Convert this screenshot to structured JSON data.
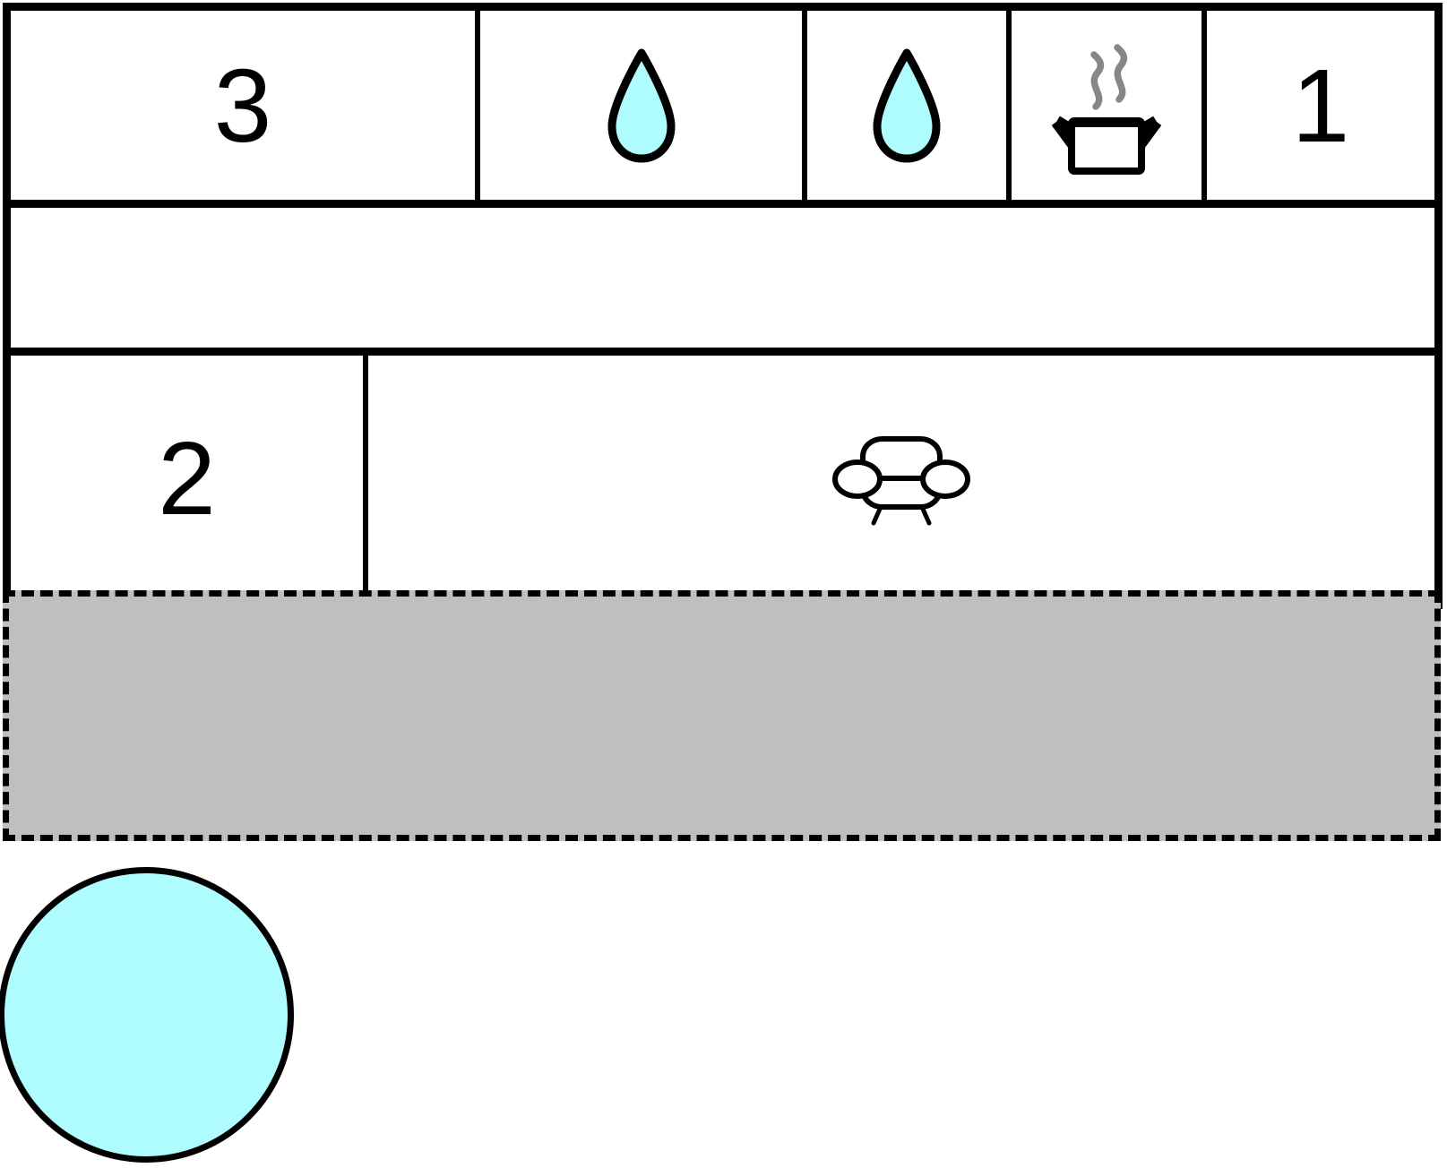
{
  "diagram": {
    "title": "Room layout grid with zone and circle",
    "colors": {
      "stroke": "#000000",
      "background": "#ffffff",
      "water_fill": "#aefcfd",
      "zone_fill": "#bfbfbf",
      "steam_stroke": "#878787"
    }
  },
  "table": {
    "rows": [
      {
        "id": "row-top",
        "cells": [
          {
            "id": "cell-3",
            "kind": "number",
            "label": "3"
          },
          {
            "id": "cell-drop-1",
            "kind": "icon",
            "icon": "water-drop-icon",
            "label": ""
          },
          {
            "id": "cell-drop-2",
            "kind": "icon",
            "icon": "water-drop-icon",
            "label": ""
          },
          {
            "id": "cell-pot",
            "kind": "icon",
            "icon": "cooking-pot-icon",
            "label": ""
          },
          {
            "id": "cell-1",
            "kind": "number",
            "label": "1"
          }
        ]
      },
      {
        "id": "row-middle",
        "cells": [
          {
            "id": "cell-empty",
            "kind": "empty",
            "label": ""
          }
        ]
      },
      {
        "id": "row-bottom",
        "cells": [
          {
            "id": "cell-2",
            "kind": "number",
            "label": "2"
          },
          {
            "id": "cell-sofa",
            "kind": "icon",
            "icon": "sofa-icon",
            "label": ""
          }
        ]
      }
    ]
  },
  "zone": {
    "id": "grey-dashed-zone",
    "label": "",
    "fill": "#bfbfbf",
    "border_style": "dashed"
  },
  "circle": {
    "id": "cyan-circle",
    "label": "",
    "fill": "#aefcfd",
    "stroke": "#000000"
  }
}
